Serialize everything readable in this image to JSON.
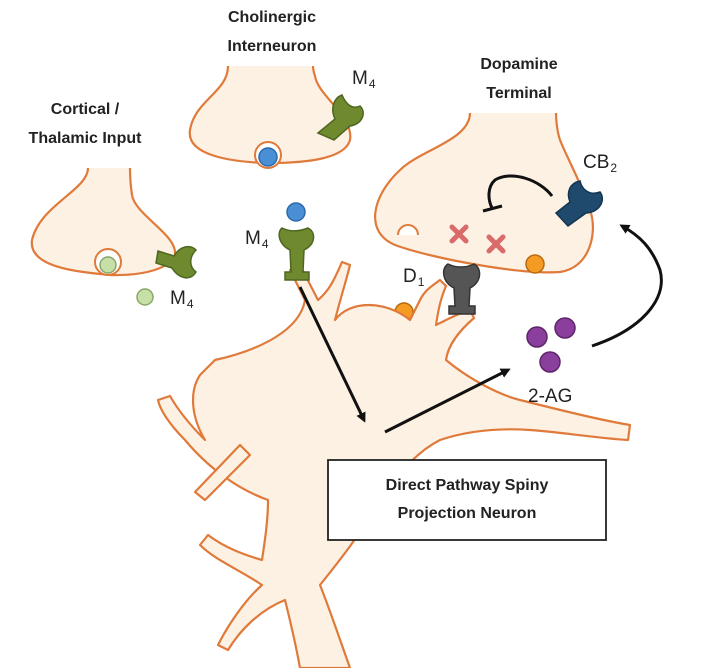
{
  "labels": {
    "cortical_line1": "Cortical /",
    "cortical_line2": "Thalamic Input",
    "cholinergic_line1": "Cholinergic",
    "cholinergic_line2": "Interneuron",
    "dopamine_line1": "Dopamine",
    "dopamine_line2": "Terminal",
    "neuron_line1": "Direct Pathway Spiny",
    "neuron_line2": "Projection Neuron",
    "two_ag": "2-AG"
  },
  "receptors": {
    "m4_base": "M",
    "m4_sub": "4",
    "d1_base": "D",
    "d1_sub": "1",
    "cb2_base": "CB",
    "cb2_sub": "2"
  },
  "colors": {
    "cell_fill": "#fdf1e4",
    "cell_stroke": "#e07a3a",
    "m4_receptor": "#6f8a2e",
    "d1_receptor": "#555555",
    "cb2_receptor": "#1f4a6e",
    "acetylcholine": "#4a8fd6",
    "glutamate": "#c7e0a8",
    "dopamine": "#f59a23",
    "two_ag": "#8b3f9c",
    "inhibition_mark": "#d96b6b"
  },
  "icons": [
    "acetylcholine-dot",
    "glutamate-dot",
    "dopamine-dot",
    "2-ag-dot",
    "inhibition-x-mark",
    "m4-receptor-icon",
    "d1-receptor-icon",
    "cb2-receptor-icon"
  ]
}
